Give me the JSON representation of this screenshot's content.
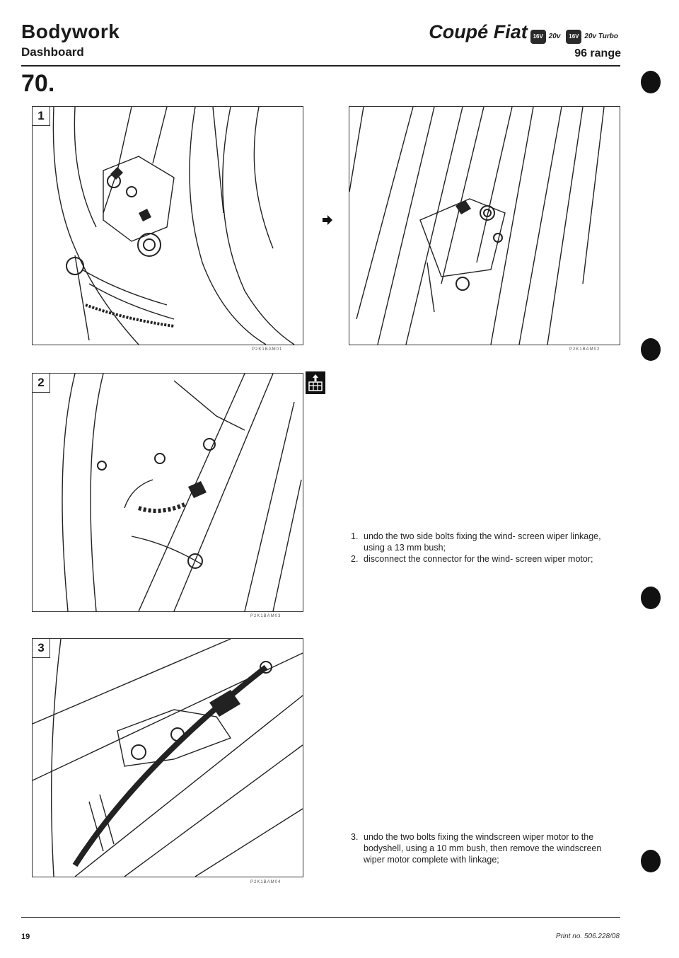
{
  "header": {
    "title": "Bodywork",
    "subtitle": "Dashboard",
    "model": "Coupé Fiat",
    "engine_badges": [
      {
        "badge": "16V",
        "suffix": "20v"
      },
      {
        "badge": "16V",
        "suffix": "20v Turbo"
      }
    ],
    "range": "96 range"
  },
  "section_number": "70.",
  "figures": [
    {
      "number": "1",
      "code": "P2K1BAM01"
    },
    {
      "number": "",
      "code": "P2K1BAM02"
    },
    {
      "number": "2",
      "code": "P2K1BAM03"
    },
    {
      "number": "3",
      "code": "P2K1BAM04"
    }
  ],
  "instructions_top": [
    {
      "n": "1.",
      "text": "undo the two side bolts fixing the wind- screen wiper linkage, using a 13 mm bush;"
    },
    {
      "n": "2.",
      "text": "disconnect the connector for the wind- screen wiper motor;"
    }
  ],
  "instructions_bottom": [
    {
      "n": "3.",
      "text": "undo the two bolts fixing the windscreen wiper motor to the bodyshell, using a 10 mm bush, then remove the windscreen wiper motor complete with linkage;"
    }
  ],
  "footer": {
    "page_number": "19",
    "print_no": "Print no. 506.228/08"
  },
  "icons": [
    "arrow-right-icon",
    "removal-tool-icon"
  ]
}
